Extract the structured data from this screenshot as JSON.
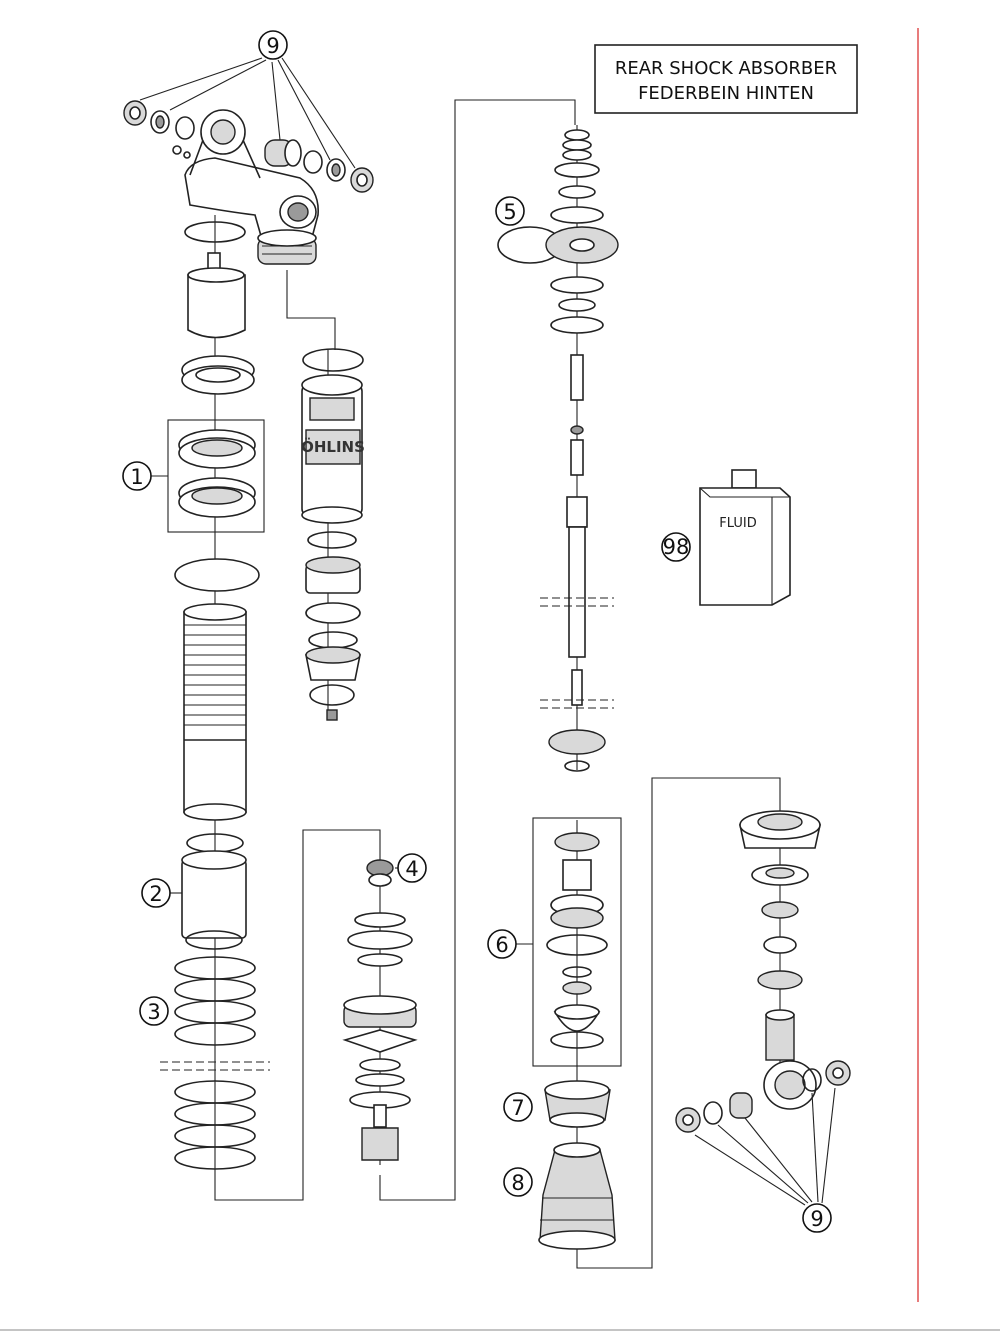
{
  "title": {
    "line1": "REAR SHOCK ABSORBER",
    "line2": "FEDERBEIN HINTEN"
  },
  "fluid_label": "FLUID",
  "brand_label": "ÖHLINS",
  "colors": {
    "line": "#222222",
    "margin_rule": "#e05050",
    "background": "#ffffff"
  },
  "callouts": {
    "c1": "1",
    "c2": "2",
    "c3": "3",
    "c4": "4",
    "c5": "5",
    "c6": "6",
    "c7": "7",
    "c8": "8",
    "c9a": "9",
    "c9b": "9",
    "c98": "98"
  }
}
